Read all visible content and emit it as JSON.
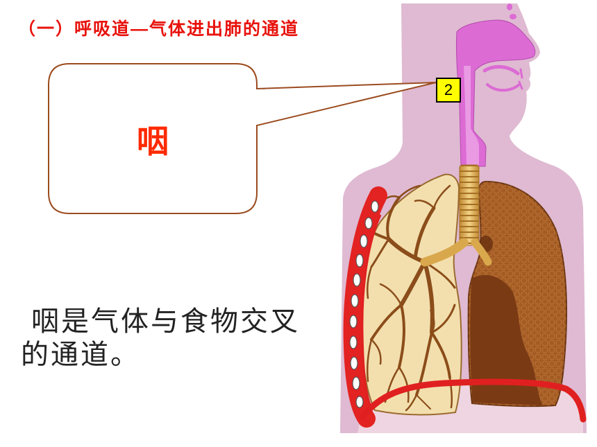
{
  "slide": {
    "title": "（一）呼吸道—气体进出肺的通道"
  },
  "callout": {
    "term": "咽"
  },
  "label": {
    "number": "2"
  },
  "body": {
    "lines": [
      "咽是气体与食物交叉",
      "的通道。"
    ]
  },
  "illustration": {
    "icon": "respiratory-system-illustration"
  },
  "colors": {
    "title": "#e8120c",
    "term": "#ff2a00",
    "callout_border": "#9b4b1e",
    "label": "#ffff00",
    "body": "#222222"
  }
}
